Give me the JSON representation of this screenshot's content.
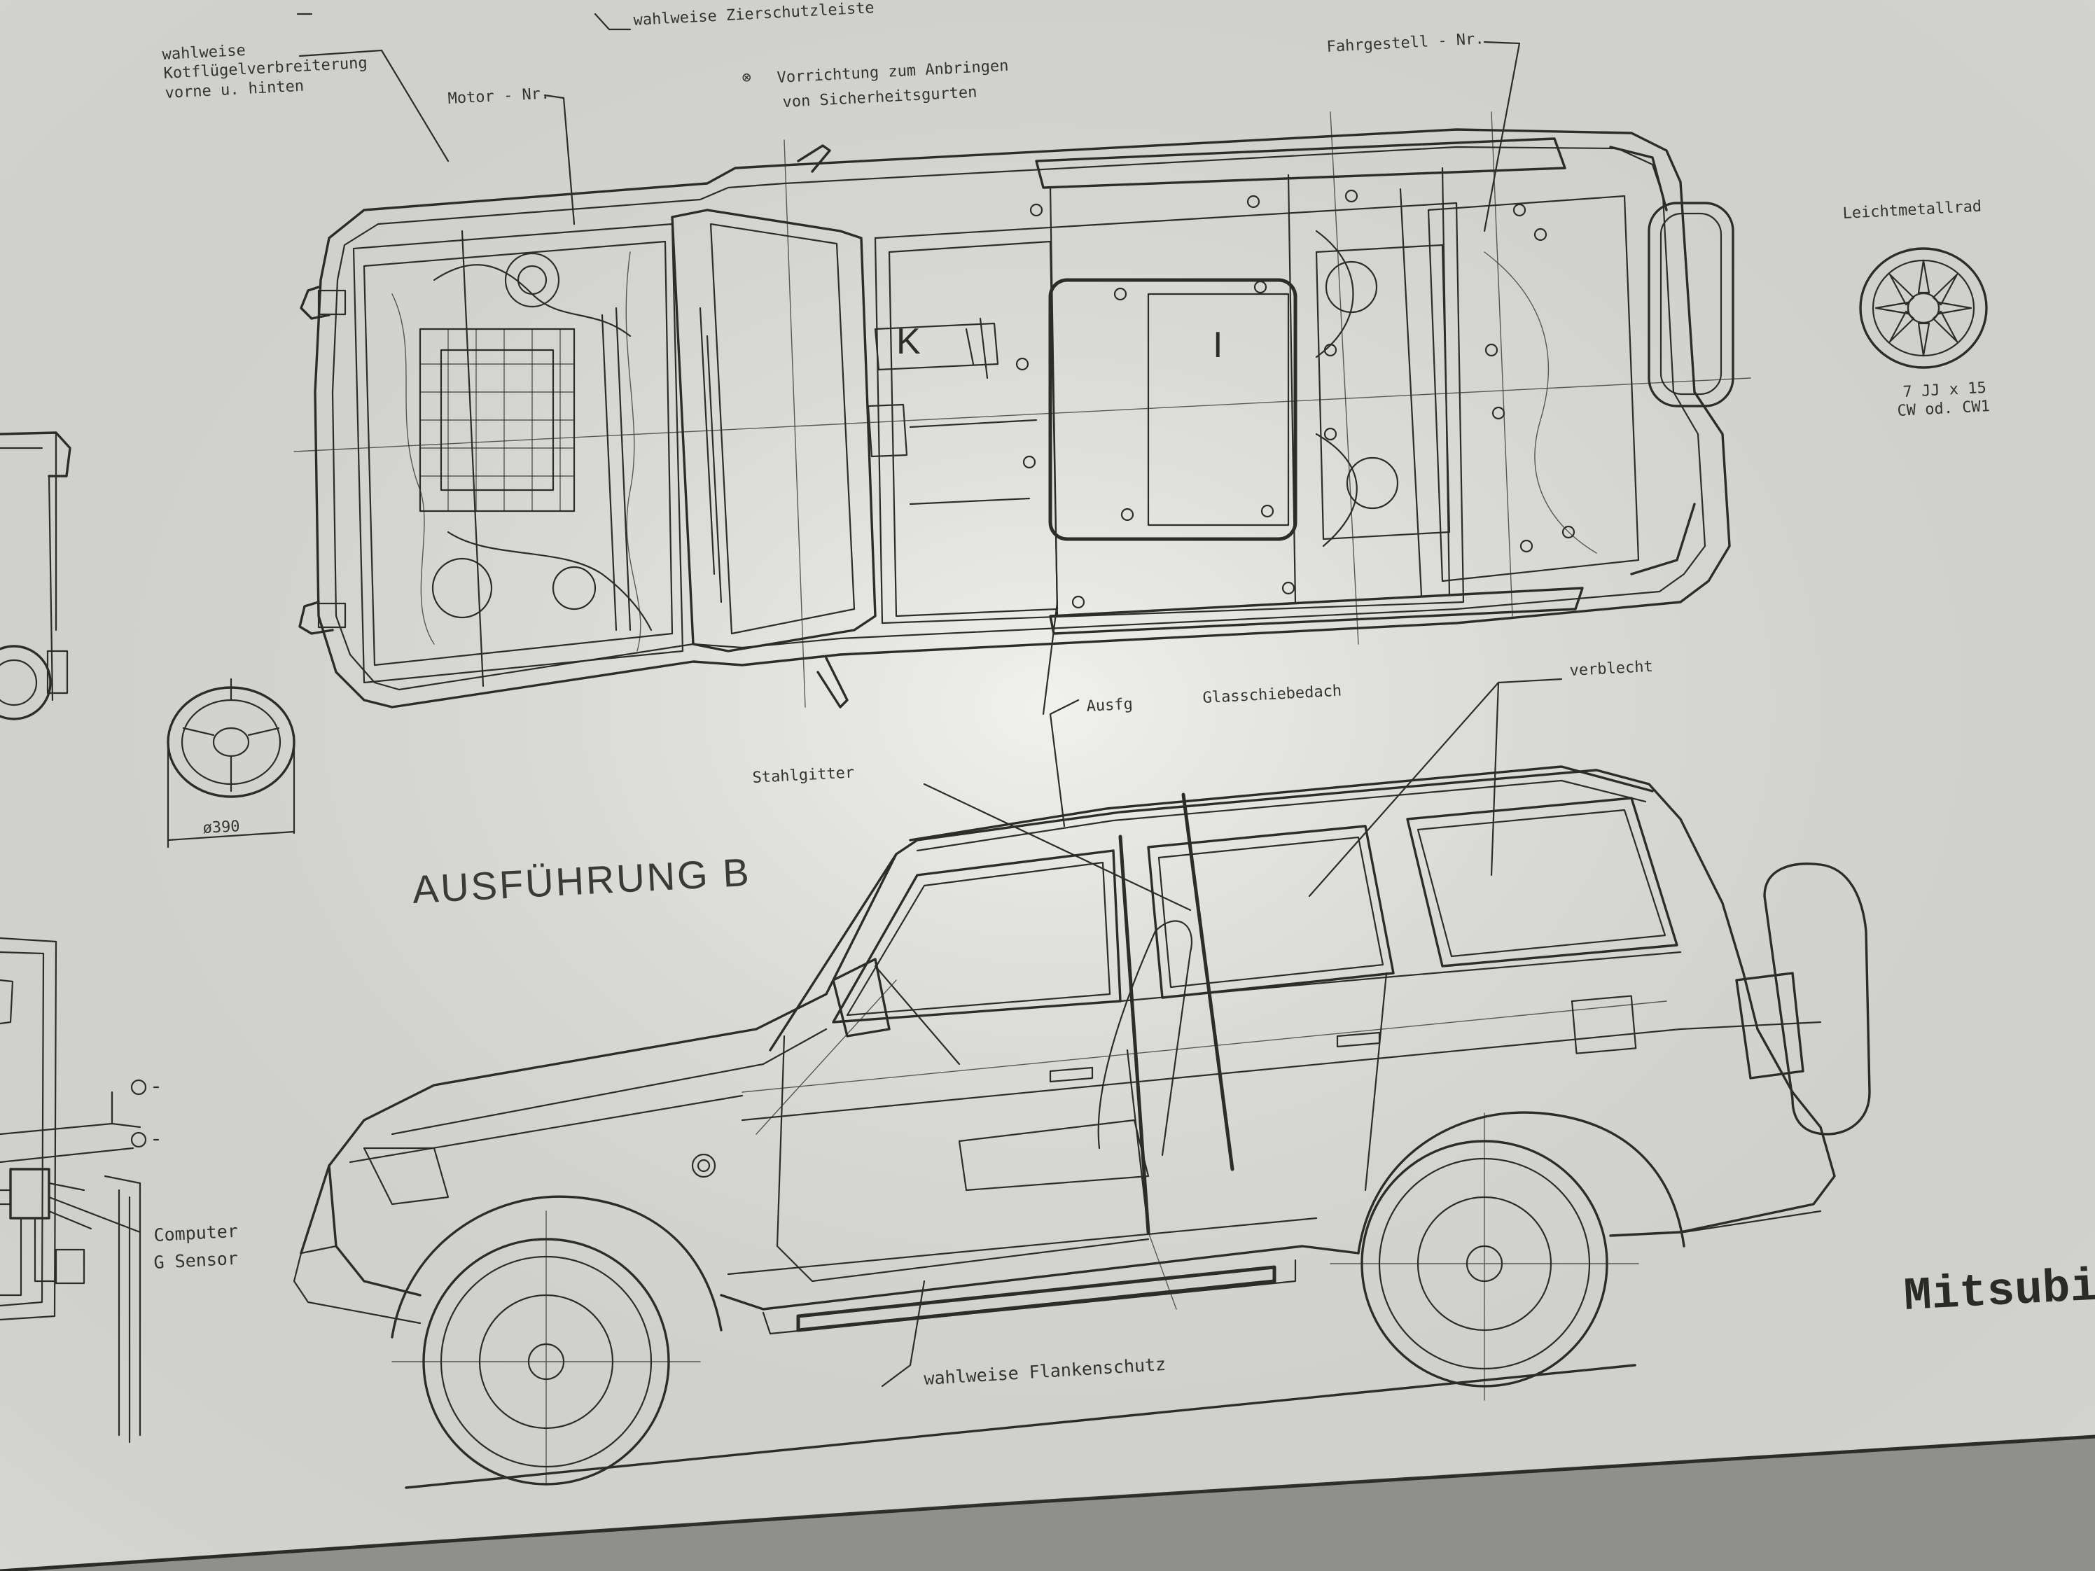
{
  "sheet": {
    "title": "AUSFÜHRUNG B",
    "brand": "Mitsubi",
    "paper_color": "#e9e9e5",
    "ink_color": "#2c2c2a"
  },
  "top_view": {
    "section_labels": [
      "K",
      "I"
    ]
  },
  "labels": {
    "fender_ext_line1": "wahlweise",
    "fender_ext_line2": "Kotflügelverbreiterung",
    "fender_ext_line3": "vorne u. hinten",
    "motor_no": "Motor - Nr.",
    "trim_strip": "wahlweise   Zierschutzleiste",
    "seatbelt_line1": "Vorrichtung  zum  Anbringen",
    "seatbelt_line2": "von  Sicherheitsgurten",
    "chassis_no": "Fahrgestell - Nr.",
    "alloy_wheel": "Leichtmetallrad",
    "wheel_spec_line1": "7 JJ x 15",
    "wheel_spec_line2": "CW od. CW1",
    "exit": "Ausfg",
    "sunroof": "Glasschiebedach",
    "blanked": "verblecht",
    "steel_grille": "Stahlgitter",
    "steering_diameter": "ø390",
    "computer": "Computer",
    "g_sensor": "G Sensor",
    "side_protection": "wahlweise   Flankenschutz"
  }
}
